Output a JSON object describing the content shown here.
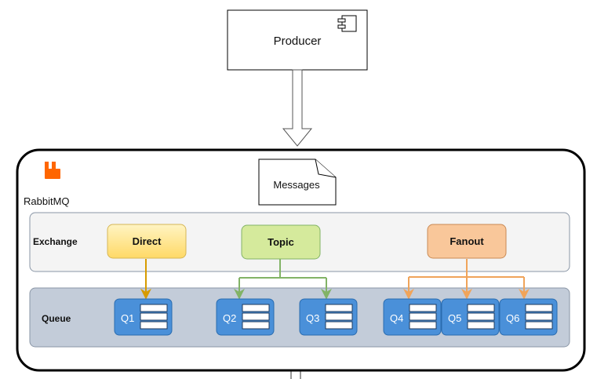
{
  "producer": {
    "label": "Producer",
    "icon": "component-icon"
  },
  "message": {
    "label": "Messages"
  },
  "broker": {
    "label": "RabbitMQ",
    "logo_color": "#ff6600",
    "logo_icon": "rabbitmq-logo-icon"
  },
  "exchange_row": {
    "label": "Exchange",
    "exchanges": [
      {
        "label": "Direct",
        "fill": "#ffe598",
        "stroke": "#d6b656",
        "arrow_color": "#d79b00"
      },
      {
        "label": "Topic",
        "fill": "#d5ea9c",
        "stroke": "#82b366",
        "arrow_color": "#82b366"
      },
      {
        "label": "Fanout",
        "fill": "#f9c79a",
        "stroke": "#c98a55",
        "arrow_color": "#f0a45a"
      }
    ]
  },
  "queue_row": {
    "label": "Queue",
    "queues": [
      "Q1",
      "Q2",
      "Q3",
      "Q4",
      "Q5",
      "Q6"
    ],
    "queue_fill": "#4a90d9",
    "queue_stroke": "#2a6cb0"
  },
  "colors": {
    "exchange_band": "#f4f4f4",
    "queue_band": "#c3ccd9",
    "band_stroke": "#8a96a6"
  }
}
